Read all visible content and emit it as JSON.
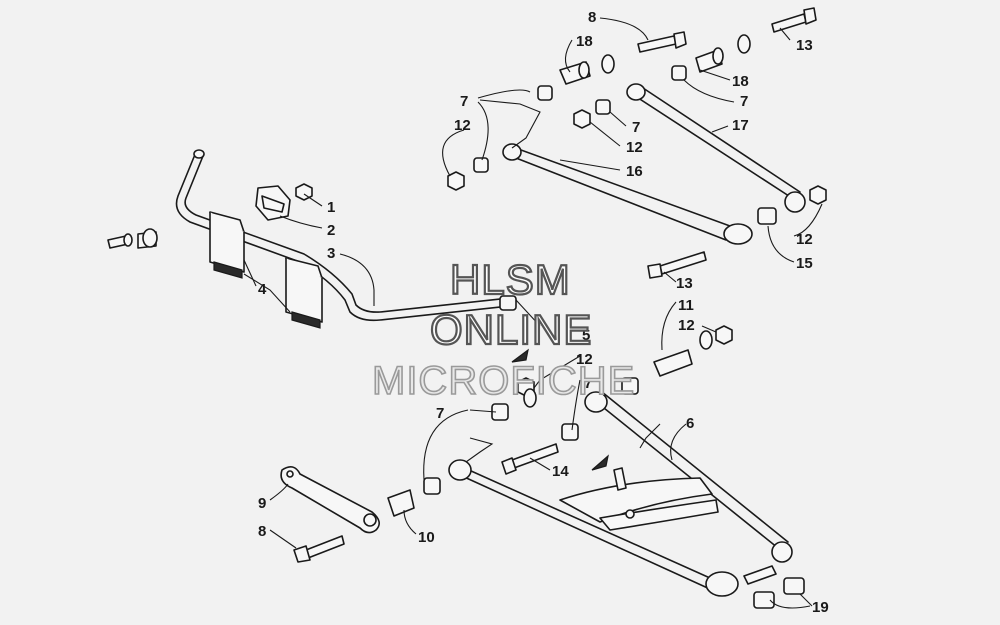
{
  "watermark": {
    "line1": "HLSM",
    "line2": "ONLINE",
    "line3": "MICROFICHE"
  },
  "callouts": [
    {
      "id": "c1",
      "text": "1"
    },
    {
      "id": "c2",
      "text": "2"
    },
    {
      "id": "c3",
      "text": "3"
    },
    {
      "id": "c4",
      "text": "4"
    },
    {
      "id": "c5",
      "text": "5"
    },
    {
      "id": "c6",
      "text": "6"
    },
    {
      "id": "c7a",
      "text": "7"
    },
    {
      "id": "c7b",
      "text": "7"
    },
    {
      "id": "c7c",
      "text": "7"
    },
    {
      "id": "c7d",
      "text": "7"
    },
    {
      "id": "c7e",
      "text": "7"
    },
    {
      "id": "c8a",
      "text": "8"
    },
    {
      "id": "c8b",
      "text": "8"
    },
    {
      "id": "c9",
      "text": "9"
    },
    {
      "id": "c10",
      "text": "10"
    },
    {
      "id": "c11",
      "text": "11"
    },
    {
      "id": "c12a",
      "text": "12"
    },
    {
      "id": "c12b",
      "text": "12"
    },
    {
      "id": "c12c",
      "text": "12"
    },
    {
      "id": "c12d",
      "text": "12"
    },
    {
      "id": "c12e",
      "text": "12"
    },
    {
      "id": "c13a",
      "text": "13"
    },
    {
      "id": "c13b",
      "text": "13"
    },
    {
      "id": "c14",
      "text": "14"
    },
    {
      "id": "c15",
      "text": "15"
    },
    {
      "id": "c16",
      "text": "16"
    },
    {
      "id": "c17",
      "text": "17"
    },
    {
      "id": "c18a",
      "text": "18"
    },
    {
      "id": "c18b",
      "text": "18"
    },
    {
      "id": "c19",
      "text": "19"
    }
  ]
}
